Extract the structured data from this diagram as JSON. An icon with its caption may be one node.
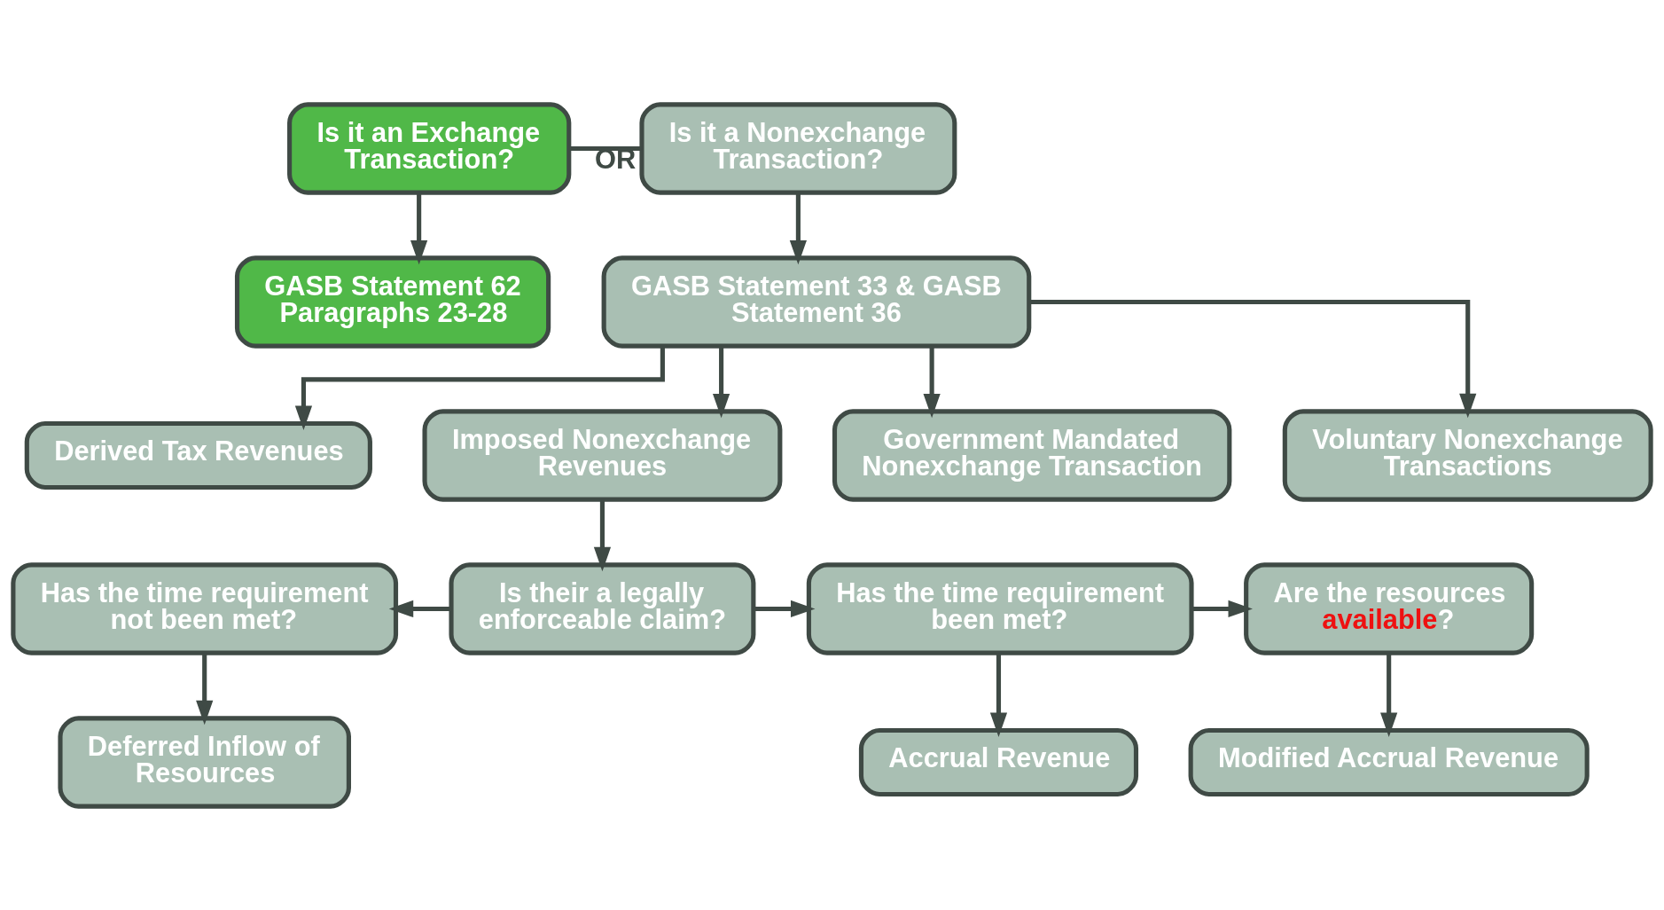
{
  "diagram": {
    "nodes": [
      {
        "text": [
          "Is it an Exchange Transaction?"
        ]
      },
      {
        "text": [
          "Is it a Nonexchange Transaction?"
        ]
      },
      {
        "text": [
          "GASB Statement 62 Paragraphs 23-28"
        ]
      },
      {
        "text": [
          "GASB Statement 33 & GASB Statement 36"
        ]
      },
      {
        "text": [
          "Derived Tax Revenues"
        ]
      },
      {
        "text": [
          "Imposed Nonexchange Revenues"
        ]
      },
      {
        "text": [
          "Government Mandated Nonexchange Transaction"
        ]
      },
      {
        "text": [
          "Voluntary Nonexchange Transactions"
        ]
      },
      {
        "text": [
          "Has the time requirement not been met?"
        ]
      },
      {
        "text": [
          "Is their a legally enforceable claim?"
        ]
      },
      {
        "text": [
          "Has the time requirement been met?"
        ]
      },
      {
        "text": [
          "Are the resources **available**?"
        ]
      },
      {
        "text": [
          "Deferred Inflow of Resources"
        ]
      },
      {
        "text": [
          "Accrual Revenue"
        ]
      },
      {
        "text": [
          "Modified Accrual Revenue"
        ]
      }
    ],
    "edges": [
      {
        "from": 0,
        "to": 1,
        "arrow": "none",
        "label": "OR"
      },
      {
        "from": 0,
        "to": 2,
        "arrow": "to"
      },
      {
        "from": 1,
        "to": 3,
        "arrow": "to"
      },
      {
        "from": 3,
        "to": 4,
        "arrow": "to"
      },
      {
        "from": 3,
        "to": 5,
        "arrow": "to"
      },
      {
        "from": 3,
        "to": 6,
        "arrow": "to"
      },
      {
        "from": 3,
        "to": 7,
        "arrow": "to"
      },
      {
        "from": 5,
        "to": 9,
        "arrow": "to"
      },
      {
        "from": 9,
        "to": 8,
        "arrow": "to"
      },
      {
        "from": 9,
        "to": 10,
        "arrow": "to"
      },
      {
        "from": 10,
        "to": 11,
        "arrow": "to"
      },
      {
        "from": 8,
        "to": 12,
        "arrow": "to"
      },
      {
        "from": 10,
        "to": 13,
        "arrow": "to"
      },
      {
        "from": 11,
        "to": 14,
        "arrow": "to"
      }
    ]
  }
}
